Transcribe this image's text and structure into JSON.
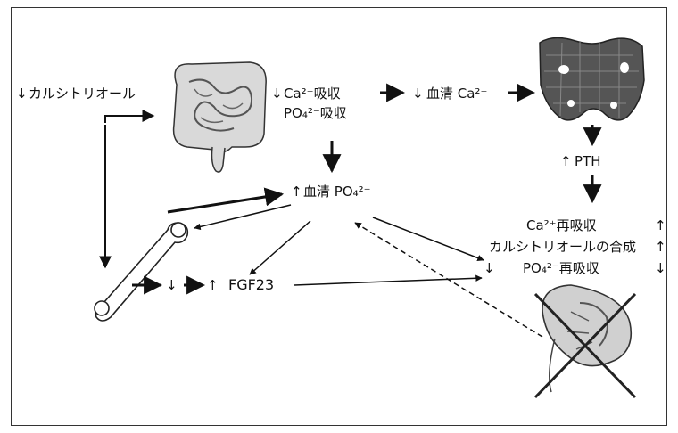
{
  "labels": {
    "calcitriol_left": "カルシトリオール",
    "ca_absorb": "Ca²⁺吸収",
    "po4_absorb": "PO₄²⁻吸収",
    "serum_ca": "血清 Ca²⁺",
    "pth": "PTH",
    "serum_po4": "血清 PO₄²⁻",
    "ca_reabsorb": "Ca²⁺再吸収",
    "calcitriol_synth": "カルシトリオールの合成",
    "po4_reabsorb": "PO₄²⁻再吸収",
    "fgf23": "FGF23"
  },
  "arrows": {
    "up": "↑",
    "down": "↓"
  },
  "icons": [
    "intestine-icon",
    "parathyroid-icon",
    "bone-icon",
    "kidney-icon"
  ]
}
